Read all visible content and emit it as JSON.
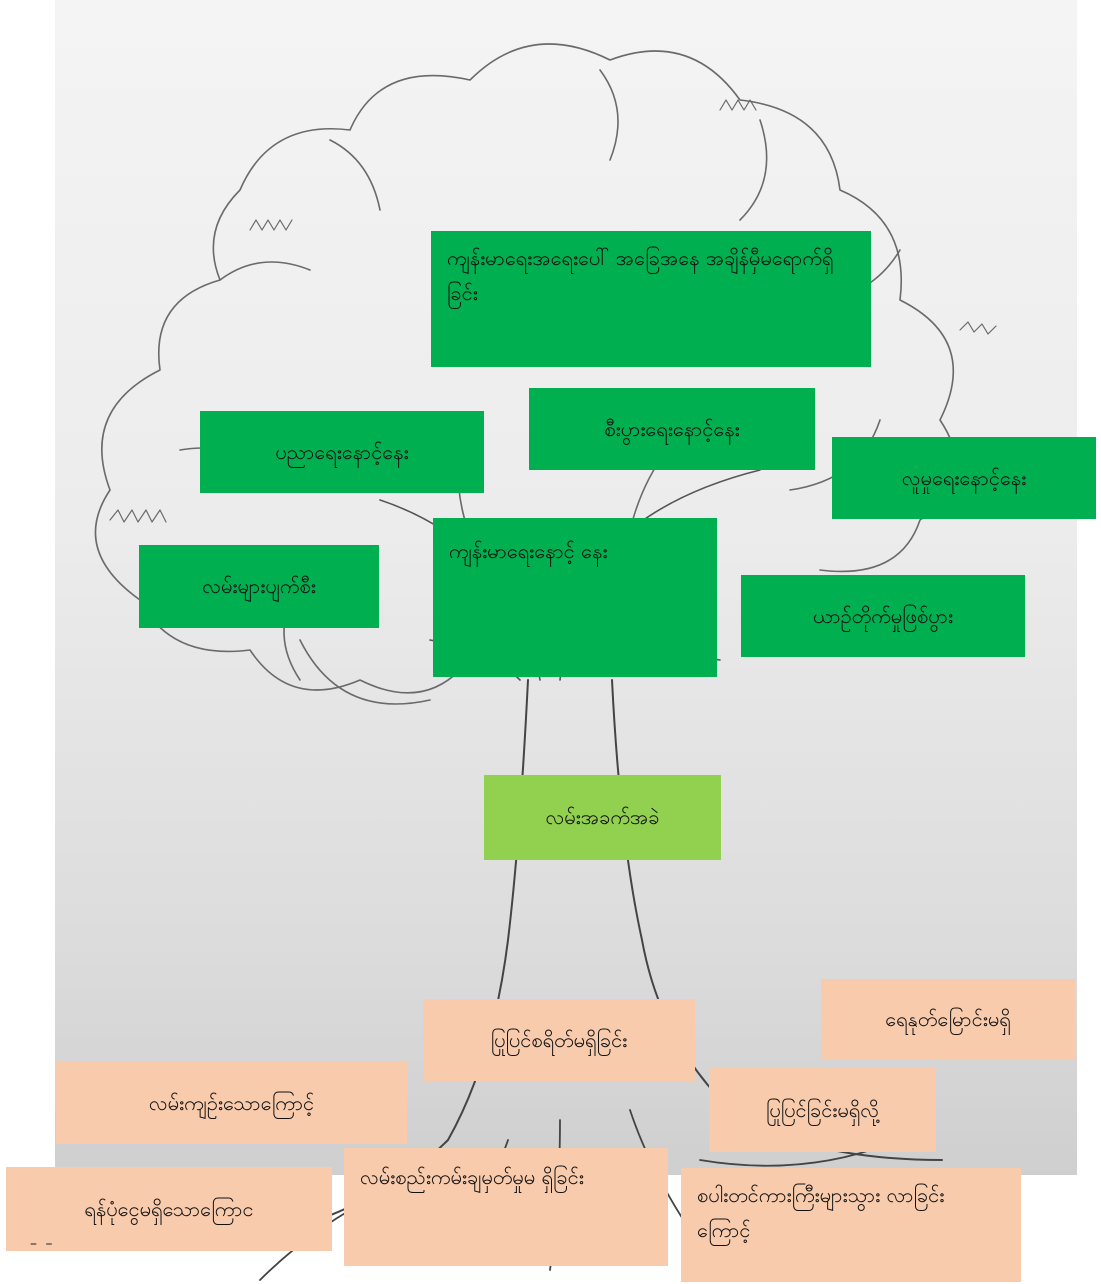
{
  "canopy_conditions": {
    "road_condition_status": "ကျန်းမာရေးအရေးပေါ် အခြေအနေ အချိန်မှီမရောက်ရှိခြင်း",
    "education": "ပညာရေးနောင့်နေး",
    "economy": "စီးပွားရေးနောင့်နေး",
    "social": "လူမှုရေးနောင့်နေး",
    "health": "ကျန်းမာရေးနောင့် နေး",
    "lost_roads": "လမ်းများပျက်စီး",
    "accidents": "ယာဉ်တိုက်မှုဖြစ်ပွား"
  },
  "trunk": {
    "label": "လမ်းအခက်အခဲ"
  },
  "roots": {
    "no_drainage": "ရေနုတ်မြောင်းမရှိ",
    "no_repair_plan": "ပြုပြင်စရိတ်မရှိခြင်း",
    "narrow_road": "လမ်းကျဉ်းသောကြောင့်",
    "no_maintenance": "ပြုပြင်ခြင်းမရှိလို့",
    "no_budget": "ရန်ပုံငွေမရှိသောကြောင",
    "no_road_rules": "လမ်းစည်းကမ်းချမှတ်မှုမ ရှိခြင်း",
    "heavy_vehicles": "စပါးတင်ကားကြီးများသွား လာခြင်းကြောင့်",
    "trailing_mark": "– –"
  },
  "colors": {
    "dark_green": "#00b050",
    "light_green": "#92d050",
    "peach": "#f8cbad",
    "pencil": "#5a5a5a"
  }
}
